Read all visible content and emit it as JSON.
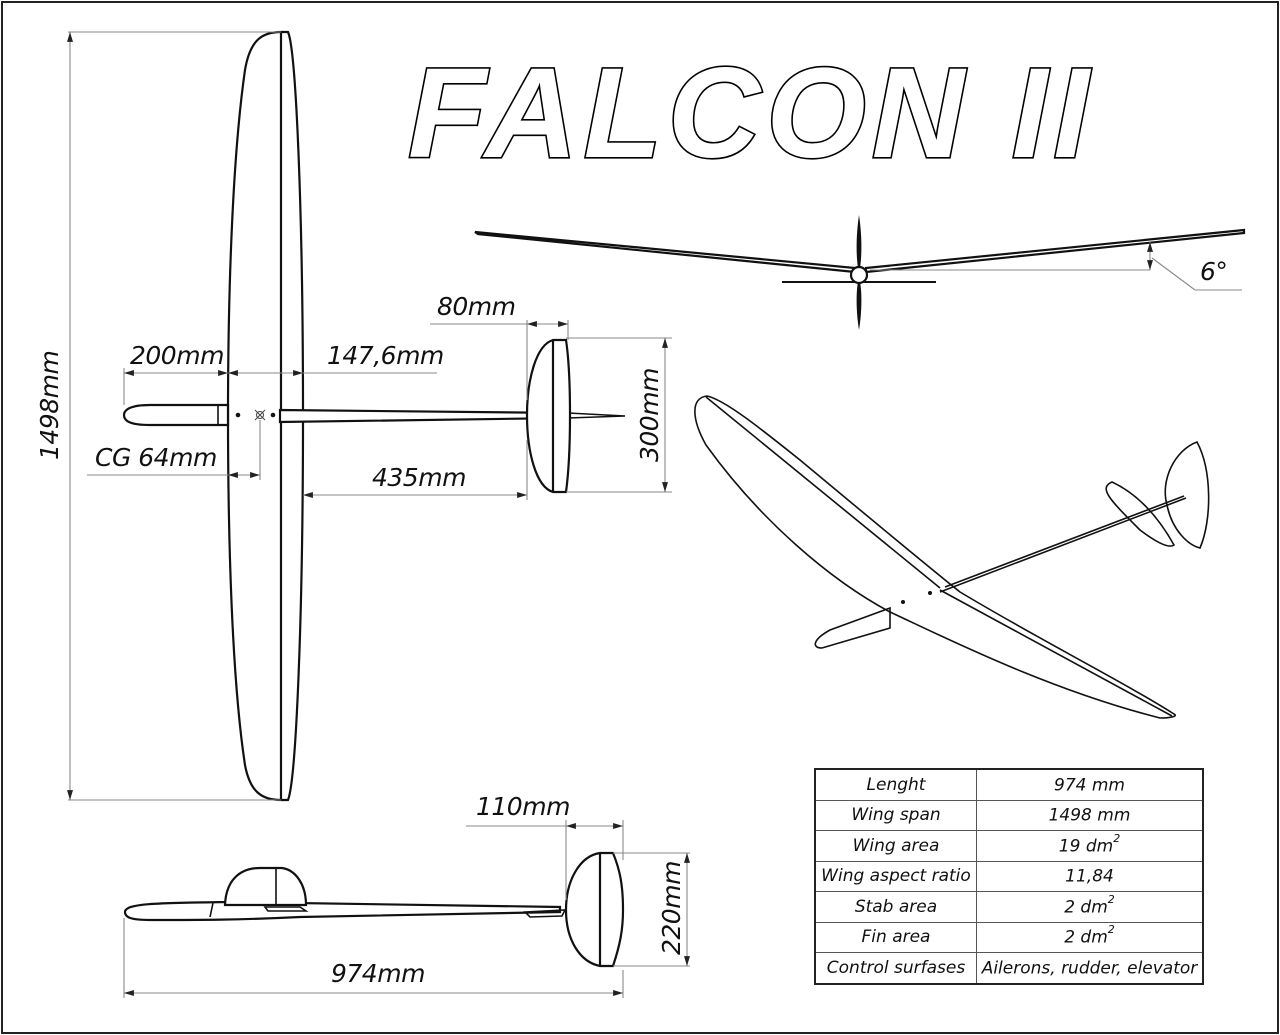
{
  "title": "FALCON II",
  "views": {
    "top_view": {
      "wing_span_label": "1498mm",
      "nose_length_label": "200mm",
      "wing_to_boom_label": "147,6mm",
      "cg_label": "CG 64mm",
      "tail_moment_label": "435mm",
      "stab_chord_label": "80mm",
      "stab_span_label": "300mm"
    },
    "front_view": {
      "dihedral_label": "6°"
    },
    "side_view": {
      "fin_chord_label": "110mm",
      "fin_height_label": "220mm",
      "length_label": "974mm"
    },
    "perspective_view": {}
  },
  "specs": [
    {
      "label": "Lenght",
      "value": "974 mm",
      "sup": ""
    },
    {
      "label": "Wing span",
      "value": "1498 mm",
      "sup": ""
    },
    {
      "label": "Wing area",
      "value": "19 dm",
      "sup": "2"
    },
    {
      "label": "Wing aspect ratio",
      "value": "11,84",
      "sup": ""
    },
    {
      "label": "Stab area",
      "value": "2 dm",
      "sup": "2"
    },
    {
      "label": "Fin area",
      "value": "2 dm",
      "sup": "2"
    },
    {
      "label": "Control surfases",
      "value": "Ailerons, rudder, elevator",
      "sup": ""
    }
  ]
}
